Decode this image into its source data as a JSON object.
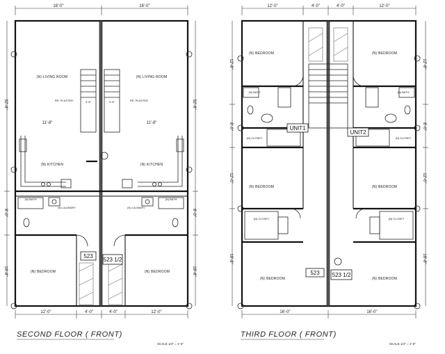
{
  "sheet": {
    "left_title": "SECOND FLOOR ( FRONT)",
    "right_title": "THIRD FLOOR ( FRONT)",
    "scale_note": "SCALE 1/4\" = 1'-0\""
  },
  "second_floor": {
    "dims_top": [
      "16'-0\"",
      "16'-0\""
    ],
    "dims_bottom": [
      "12'-0\"",
      "4'-0\"",
      "4'-0\"",
      "12'-0\""
    ],
    "dims_side": [
      "32'-8\"",
      "8'-0\"",
      "18'-8\""
    ],
    "rooms": {
      "living_left": "(N) LIVING ROOM",
      "living_right": "(N) LIVING ROOM",
      "kitchen_left": "(N) KITCHEN",
      "kitchen_right": "(N) KITCHEN",
      "bath_left": "(N) BATH",
      "bath_right": "(N) BATH",
      "laundry_left": "(N) LAUNDRY",
      "laundry_right": "(N) LAUNDRY",
      "bedroom_left": "(N) BEDROOM",
      "bedroom_right": "(N) BEDROOM"
    },
    "plaster_note": "RE: PLASTER",
    "stair_dim": "3'-8\"",
    "mid_dim": "11'-8\"",
    "unit_tags": [
      "523",
      "523 1/2"
    ]
  },
  "third_floor": {
    "dims_top": [
      "12'-0\"",
      "4'-0\"",
      "4'-0\"",
      "12'-0\""
    ],
    "dims_bottom": [
      "16'-0\"",
      "16'-0\""
    ],
    "dims_side": [
      "12'-8\"",
      "8'-0\"",
      "12'-0\"",
      "18'-8\""
    ],
    "rooms": {
      "bed1_left": "(N) BEDROOM",
      "bed1_right": "(N) BEDROOM",
      "bath_left": "(N) BATH",
      "bath_right": "(N) BATH",
      "closet_left": "(N) CLOSET",
      "closet_right": "(N) CLOSET",
      "bed2_left": "(N) BEDROOM",
      "bed2_right": "(N) BEDROOM",
      "closet2_left": "(N) CLOSET",
      "closet2_right": "(N) CLOSET",
      "bed3_left": "(N) BEDROOM",
      "bed3_right": "(N) BEDROOM"
    },
    "unit_labels": [
      "UNIT1",
      "UNIT2"
    ],
    "unit_tags": [
      "523",
      "523 1/2"
    ]
  }
}
